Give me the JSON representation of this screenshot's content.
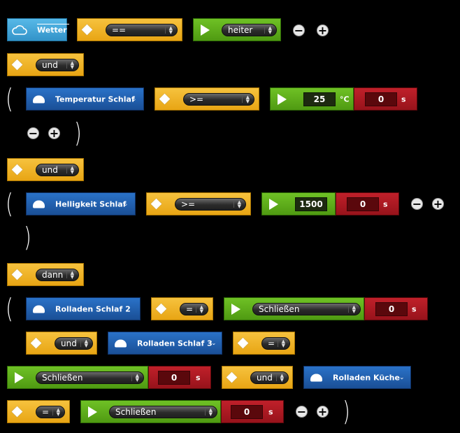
{
  "blocks": {
    "wetter_label": "Wetter",
    "op_eq2": "==",
    "heiter": "heiter",
    "und": "und",
    "dann": "dann",
    "temp_label": "Temperatur Schlaf",
    "op_ge": ">=",
    "temp_value": "25",
    "temp_unit": "°C",
    "delay_zero": "0",
    "delay_unit": "s",
    "hell_label": "Helligkeit Schlaf",
    "hell_value": "1500",
    "rolladen2_label": "Rolladen Schlaf 2",
    "rolladen3_label": "Rolladen Schlaf 3",
    "rolladen_kueche_label": "Rolladen Küche",
    "op_eq1": "=",
    "schliessen": "Schließen",
    "minus": "−",
    "plus": "+",
    "paren_open": "(",
    "paren_close": ")"
  },
  "colors": {
    "condition": "#f0b42a",
    "value": "#5fae1b",
    "delay": "#ad1a23",
    "device": "#2160ae",
    "weather": "#45a7d8"
  },
  "icons": [
    "cloud-icon",
    "diamond-icon",
    "play-icon",
    "device-icon",
    "chevron-down-icon",
    "minus-icon",
    "plus-icon"
  ]
}
